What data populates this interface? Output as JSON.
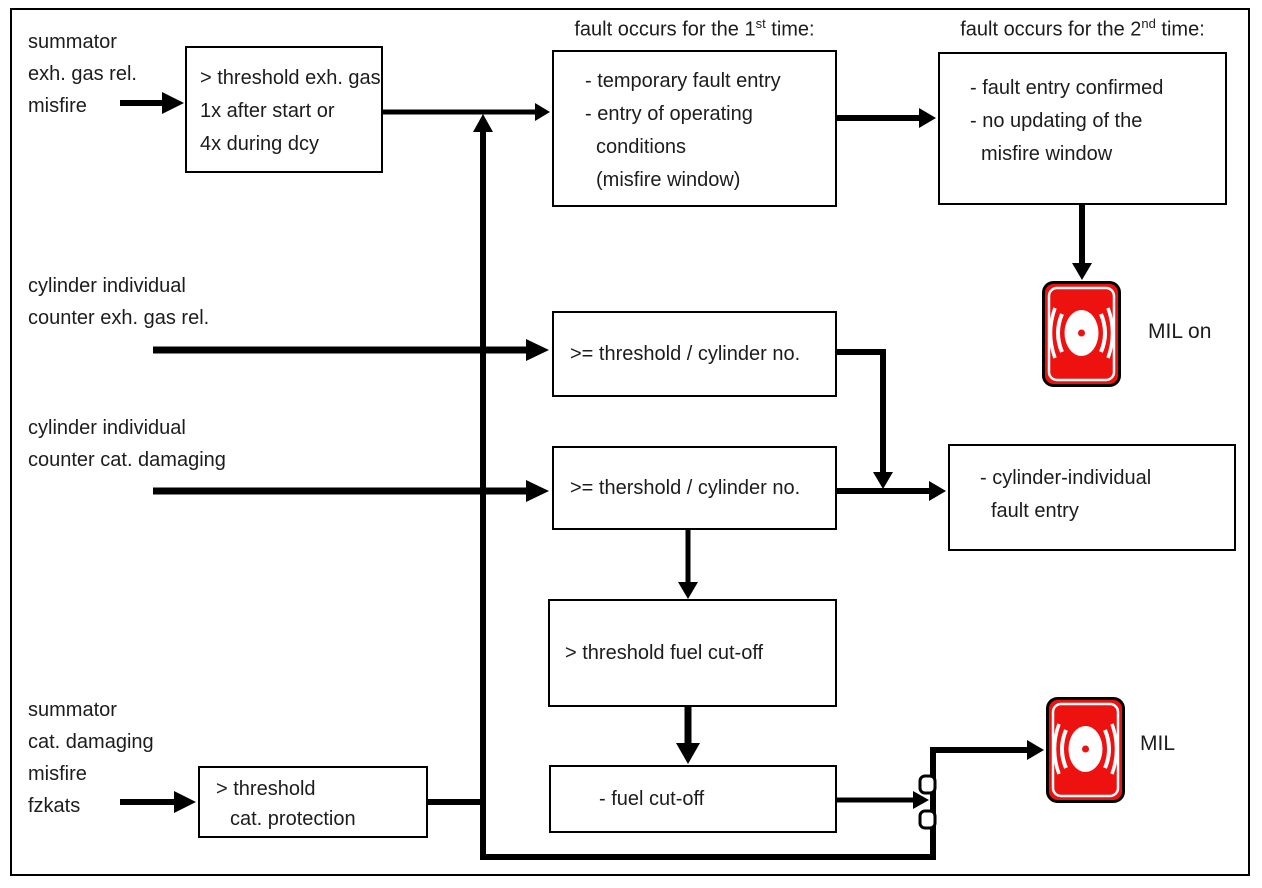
{
  "headers": {
    "first_time": {
      "prefix": "fault occurs for the 1",
      "sup": "st",
      "suffix": " time:"
    },
    "second_time": {
      "prefix": "fault occurs for the 2",
      "sup": "nd",
      "suffix": " time:"
    }
  },
  "inputs": {
    "summator_exh": {
      "lines": [
        "summator",
        "exh. gas rel.",
        "misfire"
      ]
    },
    "cyl_ind_exh": {
      "lines": [
        "cylinder individual",
        "counter exh. gas rel."
      ]
    },
    "cyl_ind_cat": {
      "lines": [
        "cylinder individual",
        "counter cat. damaging"
      ]
    },
    "summator_cat": {
      "lines": [
        "summator",
        "cat. damaging",
        "misfire",
        "fzkats"
      ]
    }
  },
  "boxes": {
    "threshold_exh_gas": {
      "lines": [
        "> threshold exh. gas",
        "1x after start or",
        "4x during dcy"
      ]
    },
    "first_fault": {
      "lines": [
        "- temporary fault entry",
        "- entry of operating",
        "conditions",
        "(misfire window)"
      ]
    },
    "second_fault": {
      "lines": [
        "- fault entry confirmed",
        "- no updating of the",
        "misfire window"
      ]
    },
    "threshold_cyl_exh": {
      "text": ">= threshold / cylinder no."
    },
    "threshold_cyl_cat": {
      "text": ">= thershold / cylinder no."
    },
    "cyl_fault_entry": {
      "lines": [
        "- cylinder-individual",
        "fault entry"
      ]
    },
    "threshold_fuel_cutoff": {
      "text": "> threshold fuel cut-off"
    },
    "fuel_cutoff": {
      "text": "- fuel cut-off"
    },
    "threshold_cat_protection": {
      "lines": [
        "> threshold",
        "cat. protection"
      ]
    }
  },
  "indicators": {
    "mil_on_label": "MIL on",
    "mil_label": "MIL"
  },
  "colors": {
    "mil_red": "#ED1110",
    "line": "#000000"
  }
}
